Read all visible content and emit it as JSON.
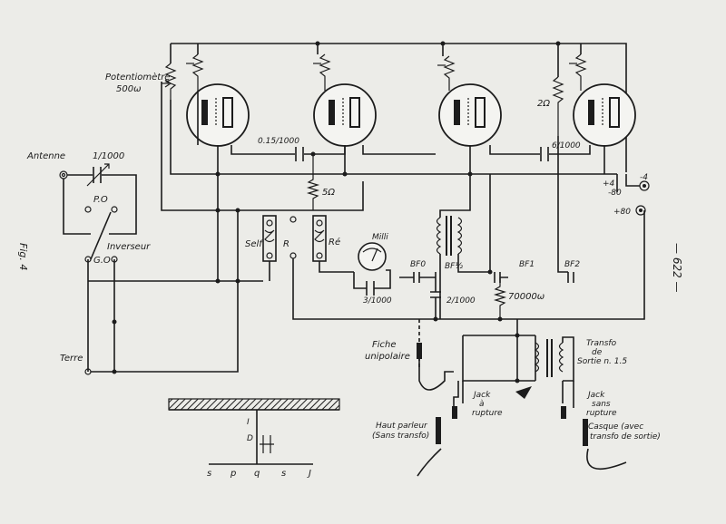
{
  "labels": {
    "potentiometre": "Potentiomètre",
    "pot_value": "500ω",
    "antenne": "Antenne",
    "cap_antenne": "1/1000",
    "po": "P.O",
    "go": "G.O",
    "inverseur": "Inverseur",
    "terre": "Terre",
    "fig": "Fig. 4",
    "page_number": "— 622 —",
    "cap_grid": "0.15/1000",
    "res_5": "5Ω",
    "res_2": "2Ω",
    "cap_6": "6/1000",
    "minus4": "-4",
    "plus4": "+4",
    "minus80": "-80",
    "plus80": "+80",
    "self": "Self",
    "r": "R",
    "re": "Ré",
    "milli": "Milli",
    "cap_3": "3/1000",
    "bf0": "BF0",
    "bf_half": "BF½",
    "cap_2": "2/1000",
    "bf1": "BF1",
    "bf2": "BF2",
    "res_70000": "70000ω",
    "fiche": "Fiche",
    "unipolaire": "unipolaire",
    "jack_a": "Jack",
    "jack_a2": "à",
    "jack_a3": "rupture",
    "transfo": "Transfo",
    "transfo2": "de",
    "transfo3": "Sortie n. 1.5",
    "jack_s": "Jack",
    "jack_s2": "sans",
    "jack_s3": "rupture",
    "haut": "Haut parleur",
    "haut2": "(Sans transfo)",
    "casque": "Casque (avec",
    "casque2": "transfo de sortie)",
    "i_label": "I",
    "d_label": "D",
    "bottom_letters": [
      "s",
      "p",
      "q",
      "s",
      "J"
    ]
  }
}
